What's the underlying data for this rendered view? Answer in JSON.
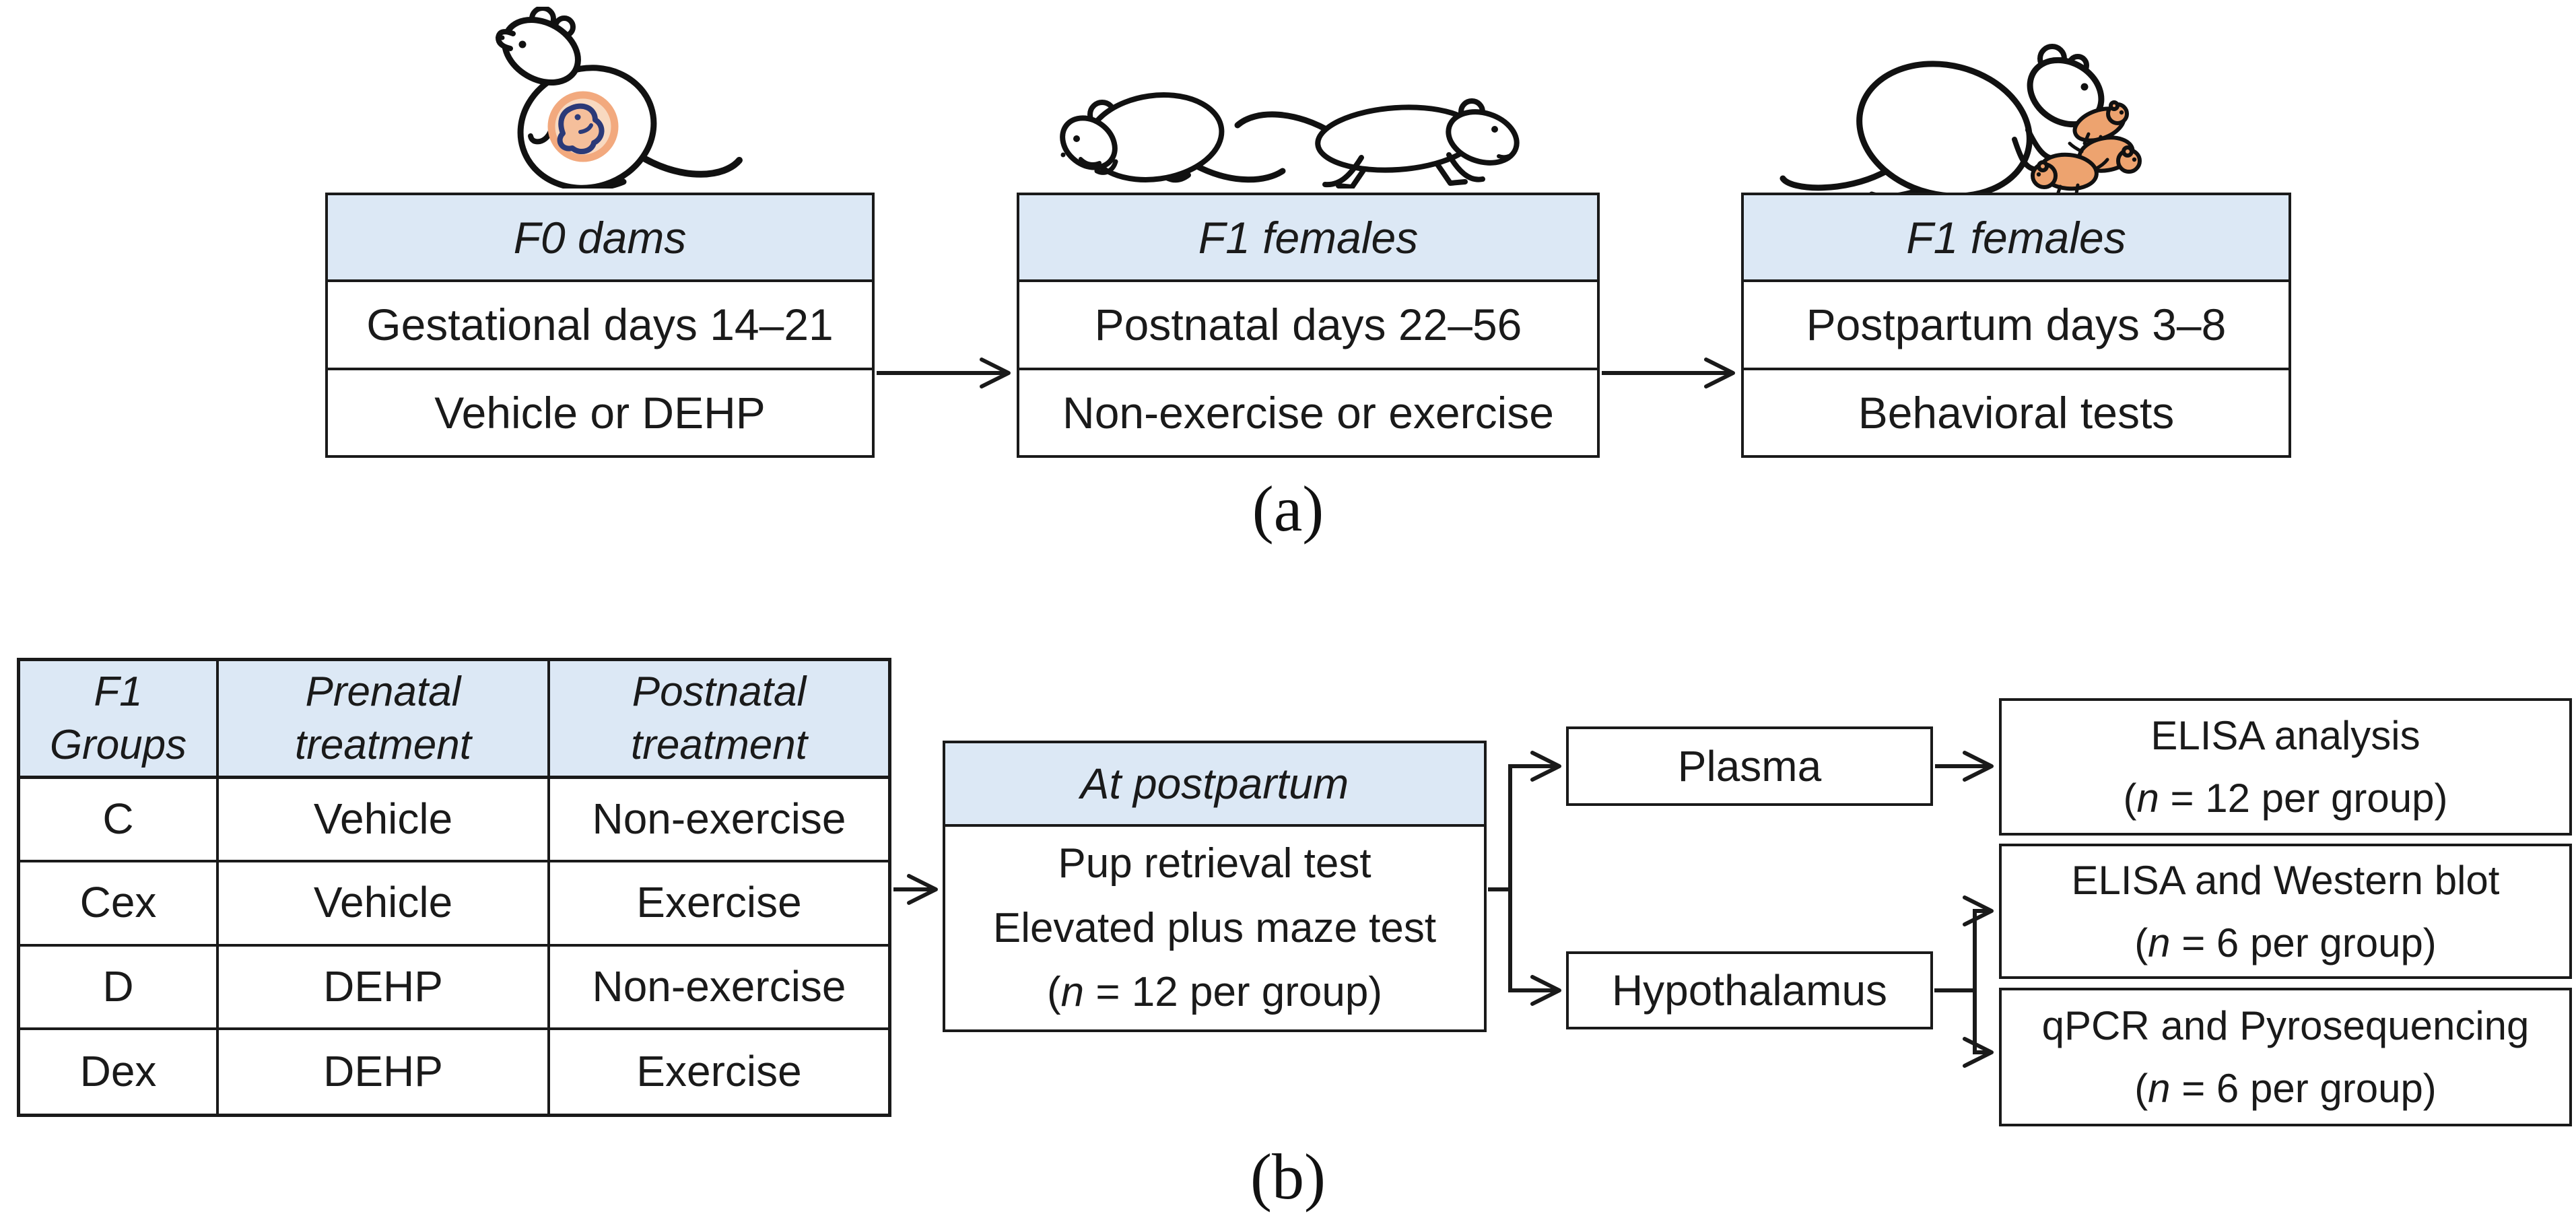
{
  "figure": {
    "panel_a_label": "(a)",
    "panel_b_label": "(b)"
  },
  "panel_a": {
    "stages": [
      {
        "header": "F0 dams",
        "timeline": "Gestational days 14–21",
        "treatment": "Vehicle or DEHP"
      },
      {
        "header": "F1 females",
        "timeline": "Postnatal days 22–56",
        "treatment": "Non-exercise or exercise"
      },
      {
        "header": "F1 females",
        "timeline": "Postpartum days 3–8",
        "treatment": "Behavioral tests"
      }
    ]
  },
  "panel_b": {
    "table": {
      "headers": [
        {
          "line1": "F1",
          "line2": "Groups"
        },
        {
          "line1": "Prenatal",
          "line2": "treatment"
        },
        {
          "line1": "Postnatal",
          "line2": "treatment"
        }
      ],
      "rows": [
        {
          "group": "C",
          "prenatal": "Vehicle",
          "postnatal": "Non-exercise"
        },
        {
          "group": "Cex",
          "prenatal": "Vehicle",
          "postnatal": "Exercise"
        },
        {
          "group": "D",
          "prenatal": "DEHP",
          "postnatal": "Non-exercise"
        },
        {
          "group": "Dex",
          "prenatal": "DEHP",
          "postnatal": "Exercise"
        }
      ]
    },
    "postpartum_box": {
      "header": "At postpartum",
      "line1": "Pup retrieval test",
      "line2": "Elevated plus maze test",
      "n_open": "(",
      "n_var": "n",
      "n_rest": " = 12 per group)"
    },
    "tissues": [
      {
        "label": "Plasma"
      },
      {
        "label": "Hypothalamus"
      }
    ],
    "analyses": [
      {
        "title": "ELISA analysis",
        "n_open": "(",
        "n_var": "n",
        "n_rest": " = 12 per group)"
      },
      {
        "title": "ELISA and Western blot",
        "n_open": "(",
        "n_var": "n",
        "n_rest": " = 6 per group)"
      },
      {
        "title": "qPCR and Pyrosequencing",
        "n_open": "(",
        "n_var": "n",
        "n_rest": " = 6 per group)"
      }
    ]
  },
  "icons": {
    "pregnant_rat": "pregnant-dam-rat-with-embryo",
    "sitting_rat": "juvenile-rat-sitting",
    "running_rat": "rat-running-exercise",
    "mother_rat": "dam-carrying-pup-with-pups"
  },
  "colors": {
    "header_fill": "#dce8f5",
    "line": "#1a1a1a",
    "pup_orange": "#eda36f",
    "fetus_navy": "#2b3a78",
    "embryo_halo": "#f2a97e",
    "embryo_inner": "#f8d9c0"
  }
}
